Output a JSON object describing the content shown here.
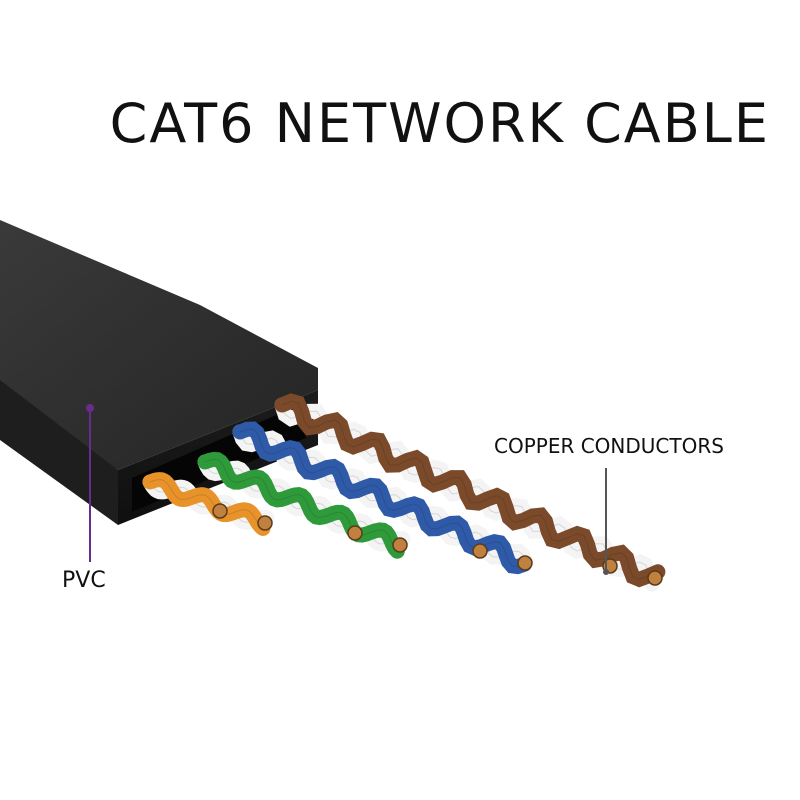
{
  "title": "CAT6 NETWORK CABLE",
  "labels": {
    "copper": "COPPER CONDUCTORS",
    "pvc": "PVC"
  },
  "colors": {
    "jacket": "#2b2b2b",
    "leader_pvc": "#6a2c8c",
    "leader_copper": "#555555",
    "white": "#f4f4f4",
    "brown": "#7a4a2a",
    "blue": "#2f5aa8",
    "green": "#2f9a3a",
    "orange": "#e8922a",
    "copper": "#c08040"
  },
  "wire_pairs": [
    {
      "name": "brown-pair",
      "color": "brown"
    },
    {
      "name": "blue-pair",
      "color": "blue"
    },
    {
      "name": "green-pair",
      "color": "green"
    },
    {
      "name": "orange-pair",
      "color": "orange"
    }
  ]
}
